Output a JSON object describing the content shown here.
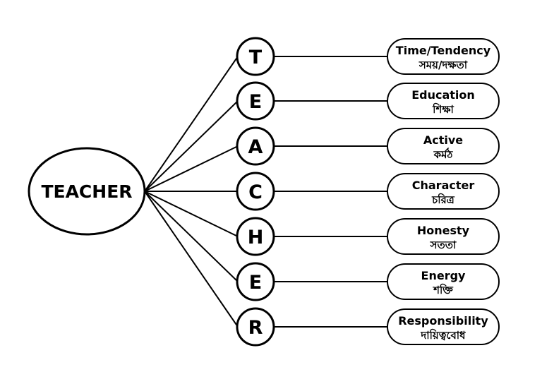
{
  "center": {
    "label": "TEACHER"
  },
  "rows": [
    {
      "letter": "T",
      "english": "Time/Tendency",
      "bengali": "সময়/দক্ষতা"
    },
    {
      "letter": "E",
      "english": "Education",
      "bengali": "শিক্ষা"
    },
    {
      "letter": "A",
      "english": "Active",
      "bengali": "কর্মঠ"
    },
    {
      "letter": "C",
      "english": "Character",
      "bengali": "চরিত্র"
    },
    {
      "letter": "H",
      "english": "Honesty",
      "bengali": "সততা"
    },
    {
      "letter": "E",
      "english": "Energy",
      "bengali": "শক্তি"
    },
    {
      "letter": "R",
      "english": "Responsibility",
      "bengali": "দায়িত্ববোধ"
    }
  ],
  "colors": {
    "stroke": "#000000",
    "fill": "#ffffff",
    "text": "#000000"
  }
}
